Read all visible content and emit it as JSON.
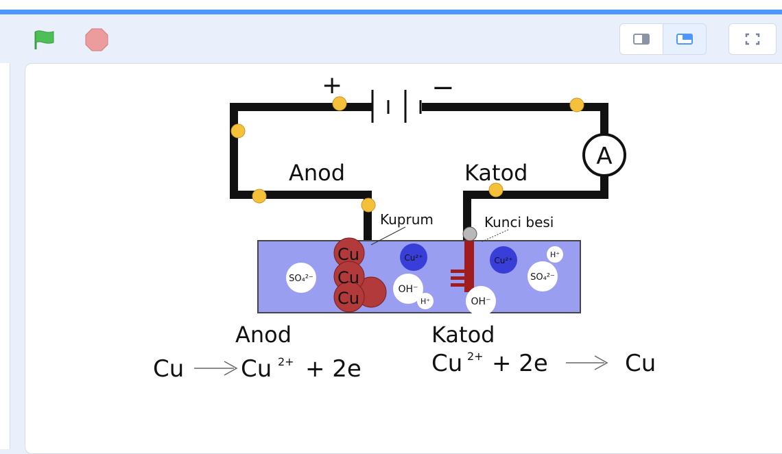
{
  "toolbar": {
    "green_flag_icon": "green-flag-icon",
    "stop_icon": "stop-sign-icon",
    "small_stage_icon": "small-stage-icon",
    "large_stage_icon": "large-stage-icon",
    "fullscreen_icon": "fullscreen-icon"
  },
  "colors": {
    "accent": "#4c97ff",
    "flag": "#4cbf56",
    "stop": "#ec9c9c",
    "solution": "#9a9ef0",
    "copper": "#b33a3a",
    "cu_ion": "#3a3ed8"
  },
  "diagram": {
    "plus": "+",
    "minus": "−",
    "ammeter": "A",
    "anode_label": "Anod",
    "cathode_label": "Katod",
    "copper_label": "Kuprum",
    "key_label": "Kunci besi",
    "cu_particle": "Cu",
    "cu_ion": "Cu²⁺",
    "so4": "SO₄²⁻",
    "oh": "OH⁻",
    "h_ion": "H⁺",
    "bottom_anode": "Anod",
    "bottom_cathode": "Katod",
    "eq_anode_left": "Cu",
    "eq_anode_right": "Cu",
    "eq_anode_sup": "2+",
    "eq_anode_tail": "+  2e",
    "eq_cathode_left": "Cu",
    "eq_cathode_sup": "2+",
    "eq_cathode_mid": "+  2e",
    "eq_cathode_right": "Cu"
  }
}
